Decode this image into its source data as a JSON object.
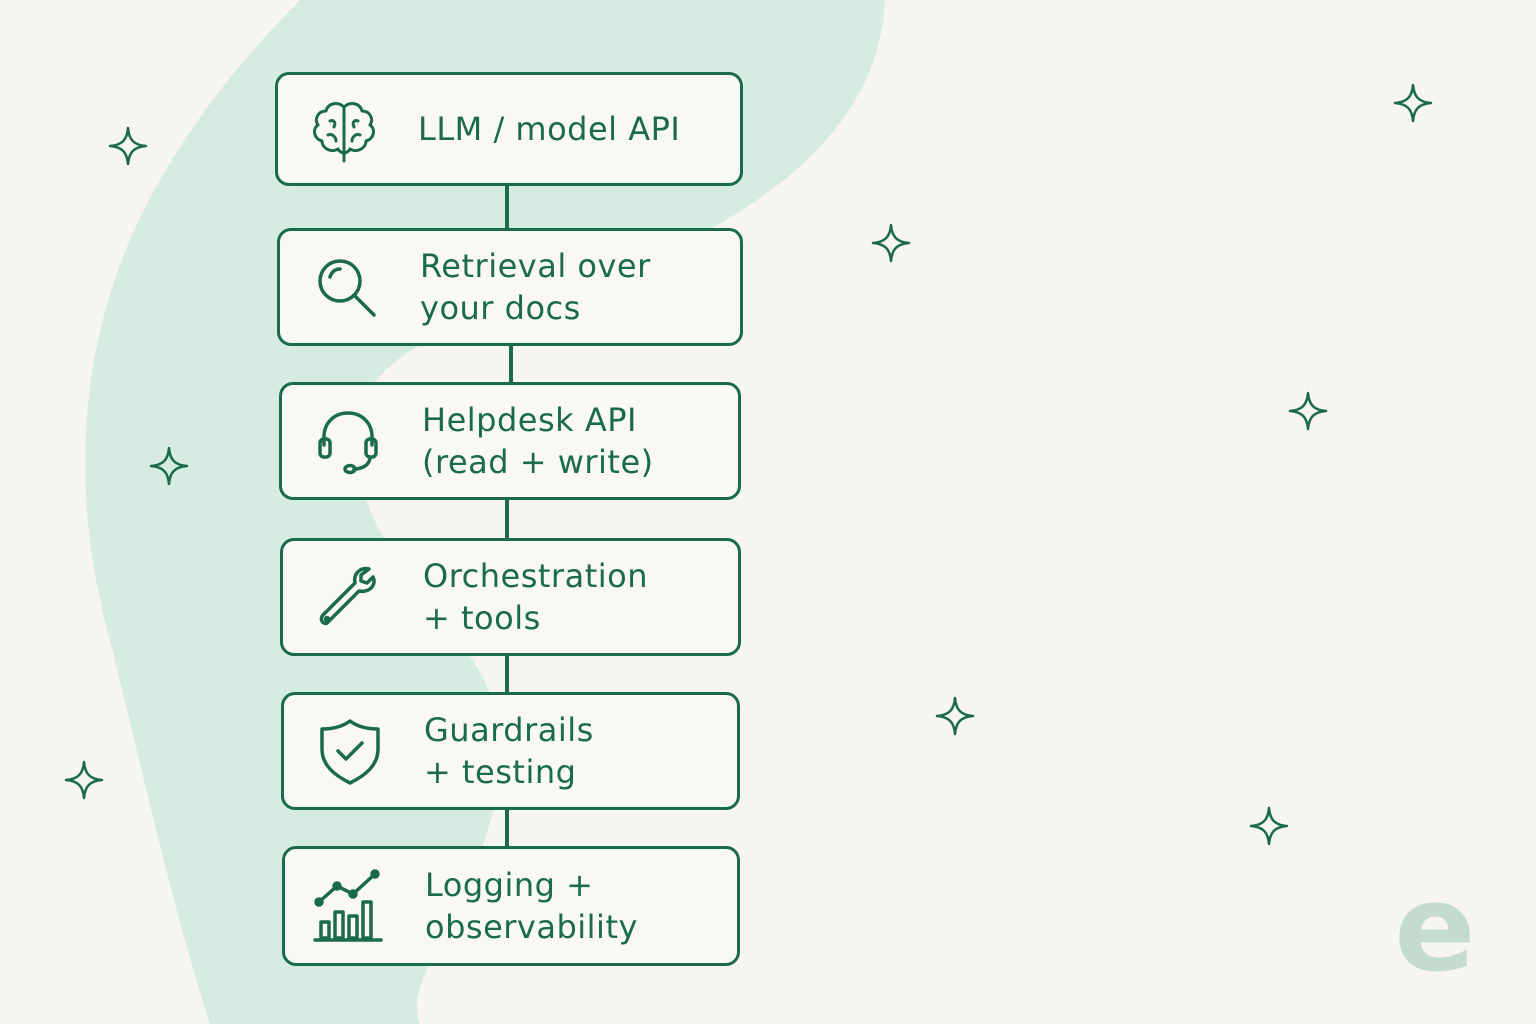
{
  "colors": {
    "accent": "#1a6b4a",
    "background": "#f7f5f0",
    "blob": "#d6ece2",
    "logo": "#c3dccf"
  },
  "stack": [
    {
      "icon": "brain-icon",
      "lines": [
        "LLM / model API"
      ]
    },
    {
      "icon": "magnifier-icon",
      "lines": [
        "Retrieval over",
        "your docs"
      ]
    },
    {
      "icon": "headset-icon",
      "lines": [
        "Helpdesk API",
        "(read + write)"
      ]
    },
    {
      "icon": "wrench-icon",
      "lines": [
        "Orchestration",
        "+ tools"
      ]
    },
    {
      "icon": "shield-check-icon",
      "lines": [
        "Guardrails",
        "+ testing"
      ]
    },
    {
      "icon": "chart-icon",
      "lines": [
        "Logging +",
        "observability"
      ]
    }
  ],
  "logo": {
    "letter": "e"
  }
}
